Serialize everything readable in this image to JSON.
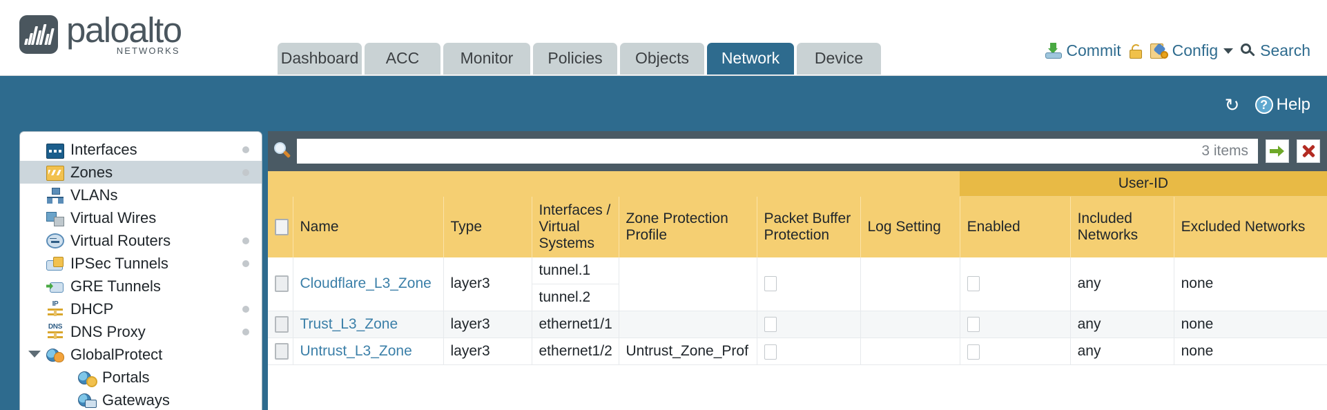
{
  "brand": {
    "name": "paloalto",
    "tagline": "NETWORKS"
  },
  "nav": {
    "tabs": [
      {
        "label": "Dashboard",
        "active": false
      },
      {
        "label": "ACC",
        "active": false
      },
      {
        "label": "Monitor",
        "active": false
      },
      {
        "label": "Policies",
        "active": false
      },
      {
        "label": "Objects",
        "active": false
      },
      {
        "label": "Network",
        "active": true
      },
      {
        "label": "Device",
        "active": false
      }
    ]
  },
  "header_actions": {
    "commit": "Commit",
    "config": "Config",
    "search": "Search",
    "lock_icon": "padlock-icon",
    "commit_icon": "commit-download-icon",
    "config_icon": "config-wrench-icon",
    "search_icon": "search-icon",
    "caret": "chevron-down-icon"
  },
  "band": {
    "refresh_icon": "refresh-icon",
    "refresh_glyph": "↻",
    "help": "Help",
    "help_glyph": "?"
  },
  "sidebar": {
    "items": [
      {
        "label": "Interfaces",
        "icon": "interfaces-icon",
        "selected": false,
        "dot": true,
        "child": false,
        "expander": false
      },
      {
        "label": "Zones",
        "icon": "zones-icon",
        "selected": true,
        "dot": true,
        "child": false,
        "expander": false
      },
      {
        "label": "VLANs",
        "icon": "vlans-icon",
        "selected": false,
        "dot": false,
        "child": false,
        "expander": false
      },
      {
        "label": "Virtual Wires",
        "icon": "virtual-wires-icon",
        "selected": false,
        "dot": false,
        "child": false,
        "expander": false
      },
      {
        "label": "Virtual Routers",
        "icon": "virtual-routers-icon",
        "selected": false,
        "dot": true,
        "child": false,
        "expander": false
      },
      {
        "label": "IPSec Tunnels",
        "icon": "ipsec-tunnels-icon",
        "selected": false,
        "dot": true,
        "child": false,
        "expander": false
      },
      {
        "label": "GRE Tunnels",
        "icon": "gre-tunnels-icon",
        "selected": false,
        "dot": false,
        "child": false,
        "expander": false
      },
      {
        "label": "DHCP",
        "icon": "dhcp-icon",
        "selected": false,
        "dot": true,
        "child": false,
        "expander": false
      },
      {
        "label": "DNS Proxy",
        "icon": "dns-proxy-icon",
        "selected": false,
        "dot": true,
        "child": false,
        "expander": false
      },
      {
        "label": "GlobalProtect",
        "icon": "globalprotect-icon",
        "selected": false,
        "dot": false,
        "child": false,
        "expander": true
      },
      {
        "label": "Portals",
        "icon": "portals-icon",
        "selected": false,
        "dot": false,
        "child": true,
        "expander": false
      },
      {
        "label": "Gateways",
        "icon": "gateways-icon",
        "selected": false,
        "dot": false,
        "child": true,
        "expander": false
      }
    ]
  },
  "search": {
    "value": "",
    "placeholder": "",
    "items_count": "3 items",
    "apply_icon": "green-arrow-icon",
    "clear_icon": "red-x-icon"
  },
  "table": {
    "group_header": {
      "label": "User-ID",
      "spans": 3
    },
    "columns": [
      "Name",
      "Type",
      "Interfaces / Virtual Systems",
      "Zone Protection Profile",
      "Packet Buffer Protection",
      "Log Setting",
      "Enabled",
      "Included Networks",
      "Excluded Networks"
    ],
    "rows": [
      {
        "selected": false,
        "name": "Cloudflare_L3_Zone",
        "type": "layer3",
        "interfaces": [
          "tunnel.1",
          "tunnel.2"
        ],
        "zone_protection_profile": "",
        "packet_buffer_protection": false,
        "log_setting": "",
        "userid_enabled": false,
        "included_networks": "any",
        "excluded_networks": "none"
      },
      {
        "selected": false,
        "name": "Trust_L3_Zone",
        "type": "layer3",
        "interfaces": [
          "ethernet1/1"
        ],
        "zone_protection_profile": "",
        "packet_buffer_protection": false,
        "log_setting": "",
        "userid_enabled": false,
        "included_networks": "any",
        "excluded_networks": "none"
      },
      {
        "selected": false,
        "name": "Untrust_L3_Zone",
        "type": "layer3",
        "interfaces": [
          "ethernet1/2"
        ],
        "zone_protection_profile": "Untrust_Zone_Prof",
        "packet_buffer_protection": false,
        "log_setting": "",
        "userid_enabled": false,
        "included_networks": "any",
        "excluded_networks": "none"
      }
    ]
  },
  "colors": {
    "brand_slate": "#4a565e",
    "accent_blue": "#2e6b8e",
    "tab_inactive": "#c9d2d4",
    "table_header": "#f5cf72",
    "table_group_header": "#e8ba45",
    "link": "#3b7fa8",
    "search_bar": "#4a5a64"
  }
}
